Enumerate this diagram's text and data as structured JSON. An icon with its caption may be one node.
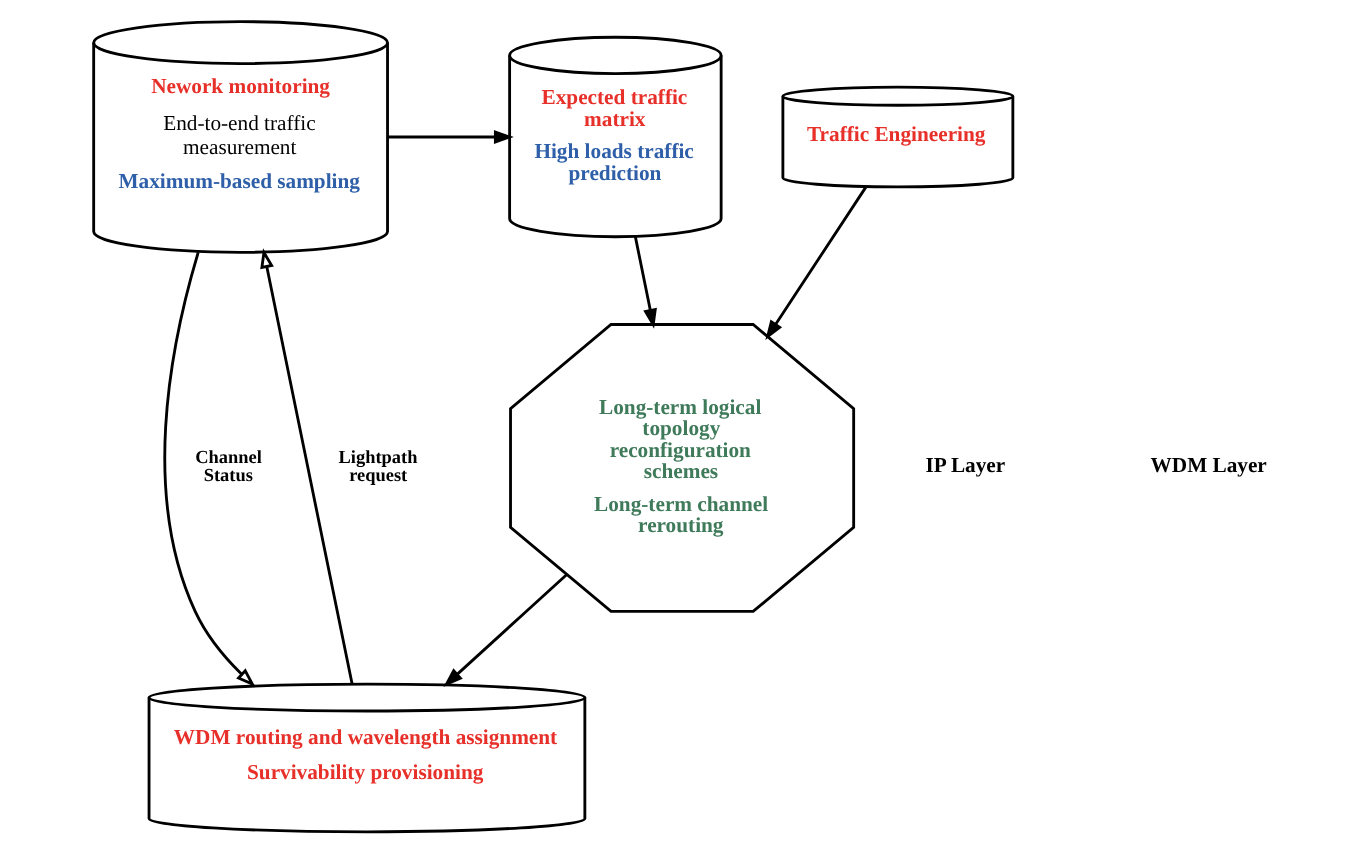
{
  "diagram": {
    "nodes": [
      {
        "text": [
          "Nework monitoring",
          "End-to-end traffic measurement",
          "Maximum-based sampling"
        ]
      },
      {
        "text": [
          "Expected traffic matrix",
          "High loads traffic prediction"
        ]
      },
      {
        "text": [
          "Traffic Engineering"
        ]
      },
      {
        "text": [
          "Long-term logical topology reconfiguration schemes",
          "Long-term channel rerouting"
        ]
      },
      {
        "text": [
          "WDM routing and wavelength assignment",
          "Survivability provisioning"
        ]
      }
    ],
    "edges": [
      {
        "from": 0,
        "to": 1,
        "arrow": "to"
      },
      {
        "from": 1,
        "to": 3,
        "arrow": "to"
      },
      {
        "from": 2,
        "to": 3,
        "arrow": "to"
      },
      {
        "from": 3,
        "to": 4,
        "arrow": "to"
      },
      {
        "from": 4,
        "to": 0,
        "arrow": "to",
        "label": "Lightpath request"
      },
      {
        "from": 0,
        "to": 4,
        "arrow": "to",
        "label": "Channel Status"
      }
    ],
    "labels": [
      "IP Layer",
      "WDM Layer"
    ]
  }
}
